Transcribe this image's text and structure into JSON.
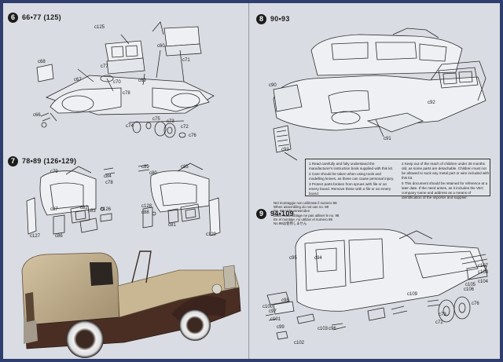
{
  "steps": [
    {
      "number": "6",
      "range": "66•77 (125)"
    },
    {
      "number": "7",
      "range": "78•89 (126•129)"
    },
    {
      "number": "8",
      "range": "90•93"
    },
    {
      "number": "9",
      "range": "94•109"
    }
  ],
  "step6_parts": [
    "c125",
    "c60",
    "c71",
    "c68",
    "c67",
    "c66",
    "c77",
    "c69",
    "c70",
    "c74",
    "c75",
    "c73",
    "c72",
    "c76",
    "c78"
  ],
  "step7_parts": [
    "c79",
    "c84",
    "c89",
    "c80",
    "c85",
    "c78",
    "c82",
    "c83",
    "c126",
    "c87",
    "c128",
    "c88",
    "c81",
    "c127",
    "c86",
    "c129"
  ],
  "step8_parts": [
    "c90",
    "c91",
    "c92",
    "c93"
  ],
  "step9_parts": [
    "c95",
    "c94",
    "c96",
    "c97",
    "c98",
    "c99",
    "c100",
    "c101",
    "c102",
    "c103",
    "c104",
    "c105",
    "c106",
    "c107",
    "c108",
    "c109",
    "c72",
    "c73",
    "c76"
  ],
  "notes": [
    "1 Read carefully and fully understand the manufacturer's instruction book supplied with this kit.",
    "2 Care should be taken when using tools and modelling knives, as these can cause personal injury.",
    "3 Protect parts broken from sprues with file or an emery board. Remove these with a file or an emery board.",
    "4 Keep out of the reach of children under 36 months old, as some parts are detachable. Children must not be allowed to suck any metal part or wire included with this kit.",
    "5 This document should be retained for reference at a later date. If the need arises, as it includes the VEC company name and address as a means of identification of the importer and supplier."
  ],
  "not_used": [
    "Nel montaggio non utilizzate il numero 98",
    "When assembling do not use no. 98",
    "No. 98 nicht verwenden",
    "Dans l'assemblage ne pas utiliser le no. 98",
    "En el montaje, no utilizar el numero 98",
    "No.98は使用しません"
  ]
}
